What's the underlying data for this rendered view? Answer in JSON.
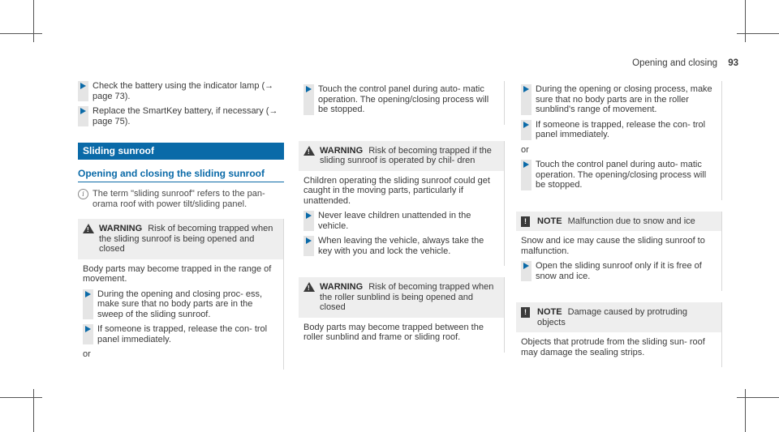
{
  "header": {
    "section_title": "Opening and closing",
    "page_number": "93"
  },
  "col1": {
    "steps": [
      {
        "text": "Check the battery using the indicator lamp (→ page 73)."
      },
      {
        "text": "Replace the SmartKey battery, if necessary (→ page 75)."
      }
    ],
    "section_bar": "Sliding sunroof",
    "subheading": "Opening and closing the sliding sunroof",
    "note": "The term \"sliding sunroof\" refers to the pan- orama roof with power tilt/sliding panel.",
    "warning": {
      "label": "WARNING",
      "title": "Risk of becoming trapped when the sliding sunroof is being opened and closed",
      "body": "Body parts may become trapped in the range of movement.",
      "steps": [
        {
          "text": "During the opening and closing proc- ess, make sure that no body parts are in the sweep of the sliding sunroof."
        },
        {
          "text": "If someone is trapped, release the con- trol panel immediately."
        }
      ],
      "trailing": "or"
    }
  },
  "col2": {
    "step": "Touch the control panel during auto- matic operation. The opening/closing process will be stopped.",
    "warning1": {
      "label": "WARNING",
      "title": "Risk of becoming trapped if the sliding sunroof is operated by chil- dren",
      "body": "Children operating the sliding sunroof could get caught in the moving parts, particularly if unattended.",
      "steps": [
        {
          "text": "Never leave children unattended in the vehicle."
        },
        {
          "text": "When leaving the vehicle, always take the key with you and lock the vehicle."
        }
      ]
    },
    "warning2": {
      "label": "WARNING",
      "title": "Risk of becoming trapped when the roller sunblind is being opened and closed",
      "body": "Body parts may become trapped between the roller sunblind and frame or sliding roof."
    }
  },
  "col3": {
    "box1": {
      "steps": [
        {
          "text": "During the opening or closing process, make sure that no body parts are in the roller sunblind's range of movement."
        },
        {
          "text": "If someone is trapped, release the con- trol panel immediately."
        }
      ],
      "or": "or",
      "step_after": "Touch the control panel during auto- matic operation. The opening/closing process will be stopped."
    },
    "note1": {
      "label": "NOTE",
      "title": "Malfunction due to snow and ice",
      "body": "Snow and ice may cause the sliding sunroof to malfunction.",
      "step": "Open the sliding sunroof only if it is free of snow and ice."
    },
    "note2": {
      "label": "NOTE",
      "title": "Damage caused by protruding objects",
      "body": "Objects that protrude from the sliding sun- roof may damage the sealing strips."
    }
  }
}
